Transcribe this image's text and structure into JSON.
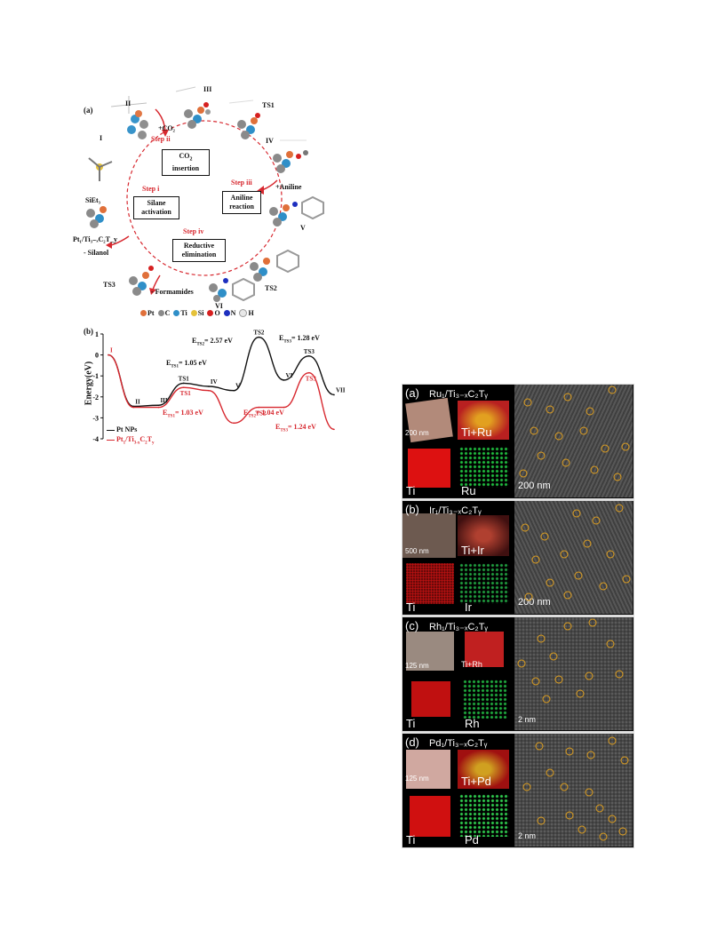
{
  "figure_a": {
    "label": "(a)",
    "steps": {
      "step_i": {
        "title": "Step i",
        "box": "Silane activation"
      },
      "step_ii": {
        "title": "Step ii",
        "box_line1": "CO",
        "box_sub": "2",
        "box_line2": "insertion"
      },
      "step_iii": {
        "title": "Step iii",
        "box": "Aniline reaction"
      },
      "step_iv": {
        "title": "Step iv",
        "box": "Reductive elimination"
      }
    },
    "species": {
      "I": "I",
      "II": "II",
      "III": "III",
      "IV": "IV",
      "V": "V",
      "VI": "VI",
      "TS1": "TS1",
      "TS2": "TS2",
      "TS3": "TS3"
    },
    "annotations": {
      "co2": "+CO₂",
      "aniline": "+Aniline",
      "silanol": "- Silanol",
      "formamides": "- Formamides",
      "siet3": "SiEt₃",
      "catalyst": "Pt₁/Ti₃₋ₓC₂T_y"
    },
    "legend": [
      {
        "symbol": "Pt",
        "color": "#e0703a"
      },
      {
        "symbol": "C",
        "color": "#8a8a8a"
      },
      {
        "symbol": "Ti",
        "color": "#2f8fc8"
      },
      {
        "symbol": "Si",
        "color": "#e5c23b"
      },
      {
        "symbol": "O",
        "color": "#d62020"
      },
      {
        "symbol": "N",
        "color": "#1d2fbf"
      },
      {
        "symbol": "H",
        "color": "#e8e8e8"
      }
    ]
  },
  "chart_data": {
    "type": "line",
    "panel_label": "(b)",
    "ylabel": "Energy(eV)",
    "ylim": [
      -4,
      1
    ],
    "yticks": [
      "1",
      "0",
      "-1",
      "-2",
      "-3",
      "-4"
    ],
    "state_labels": [
      "I",
      "II",
      "III",
      "IV",
      "V",
      "VI",
      "VII"
    ],
    "ts_labels_pt": [
      "TS1",
      "TS2",
      "TS3"
    ],
    "ts_labels_sa": [
      "TS1",
      "TS2",
      "TS3"
    ],
    "series": [
      {
        "name": "Pt NPs",
        "color": "#111111",
        "x": [
          0,
          1,
          2,
          3,
          4,
          5,
          6,
          7,
          8,
          9
        ],
        "y": [
          0,
          -2.45,
          -2.4,
          -1.35,
          -1.5,
          -1.7,
          0.85,
          -1.2,
          -0.05,
          -1.9
        ]
      },
      {
        "name": "Pt₁/Ti₃₋ₓC₂T_y",
        "color": "#d7282f",
        "x": [
          0,
          1,
          2,
          3,
          4,
          5,
          6,
          7,
          8,
          9
        ],
        "y": [
          0,
          -2.5,
          -2.5,
          -1.55,
          -1.7,
          -3.25,
          -2.5,
          -2.5,
          -0.85,
          -3.55
        ]
      }
    ],
    "annotations_pt": [
      "E",
      "TS1",
      "= 1.05 eV",
      "E",
      "TS2",
      "= 2.57 eV",
      "E",
      "TS3",
      "= 1.28 eV"
    ],
    "annotations_sa": [
      "E",
      "TS1",
      "= 1.03 eV",
      "E",
      "TS2",
      "= 1.04 eV",
      "E",
      "TS3",
      "= 1.24 eV"
    ],
    "legend_pt": "Pt NPs",
    "legend_sa_main": "Pt",
    "legend_sa_sub1": "1",
    "legend_sa_mid": "/Ti",
    "legend_sa_sub2": "3-x",
    "legend_sa_mid2": "C",
    "legend_sa_sub3": "2",
    "legend_sa_end": "T",
    "legend_sa_sub4": "y"
  },
  "figure_right": {
    "panels": [
      {
        "label": "(a)",
        "title": "Ru₁/Ti₃₋ₓC₂Tᵧ",
        "scale_overlay": "200 nm",
        "overlay": "Ti+Ru",
        "map_ti": "Ti",
        "map_metal": "Ru",
        "tem_scale": "200 nm",
        "metal_color": "#20c040"
      },
      {
        "label": "(b)",
        "title": "Ir₁/Ti₃₋ₓC₂Tᵧ",
        "scale_overlay": "500 nm",
        "overlay": "Ti+Ir",
        "map_ti": "Ti",
        "map_metal": "Ir",
        "tem_scale": "200 nm",
        "metal_color": "#20a040"
      },
      {
        "label": "(c)",
        "title": "Rh₁/Ti₃₋ₓC₂Tᵧ",
        "scale_overlay": "125 nm",
        "overlay": "Ti+Rh",
        "map_ti": "Ti",
        "map_metal": "Rh",
        "tem_scale": "2 nm",
        "metal_color": "#20b040"
      },
      {
        "label": "(d)",
        "title": "Pd₁/Ti₃₋ₓC₂Tᵧ",
        "scale_overlay": "125 nm",
        "overlay": "Ti+Pd",
        "map_ti": "Ti",
        "map_metal": "Pd",
        "tem_scale": "2 nm",
        "metal_color": "#30d050"
      }
    ]
  }
}
